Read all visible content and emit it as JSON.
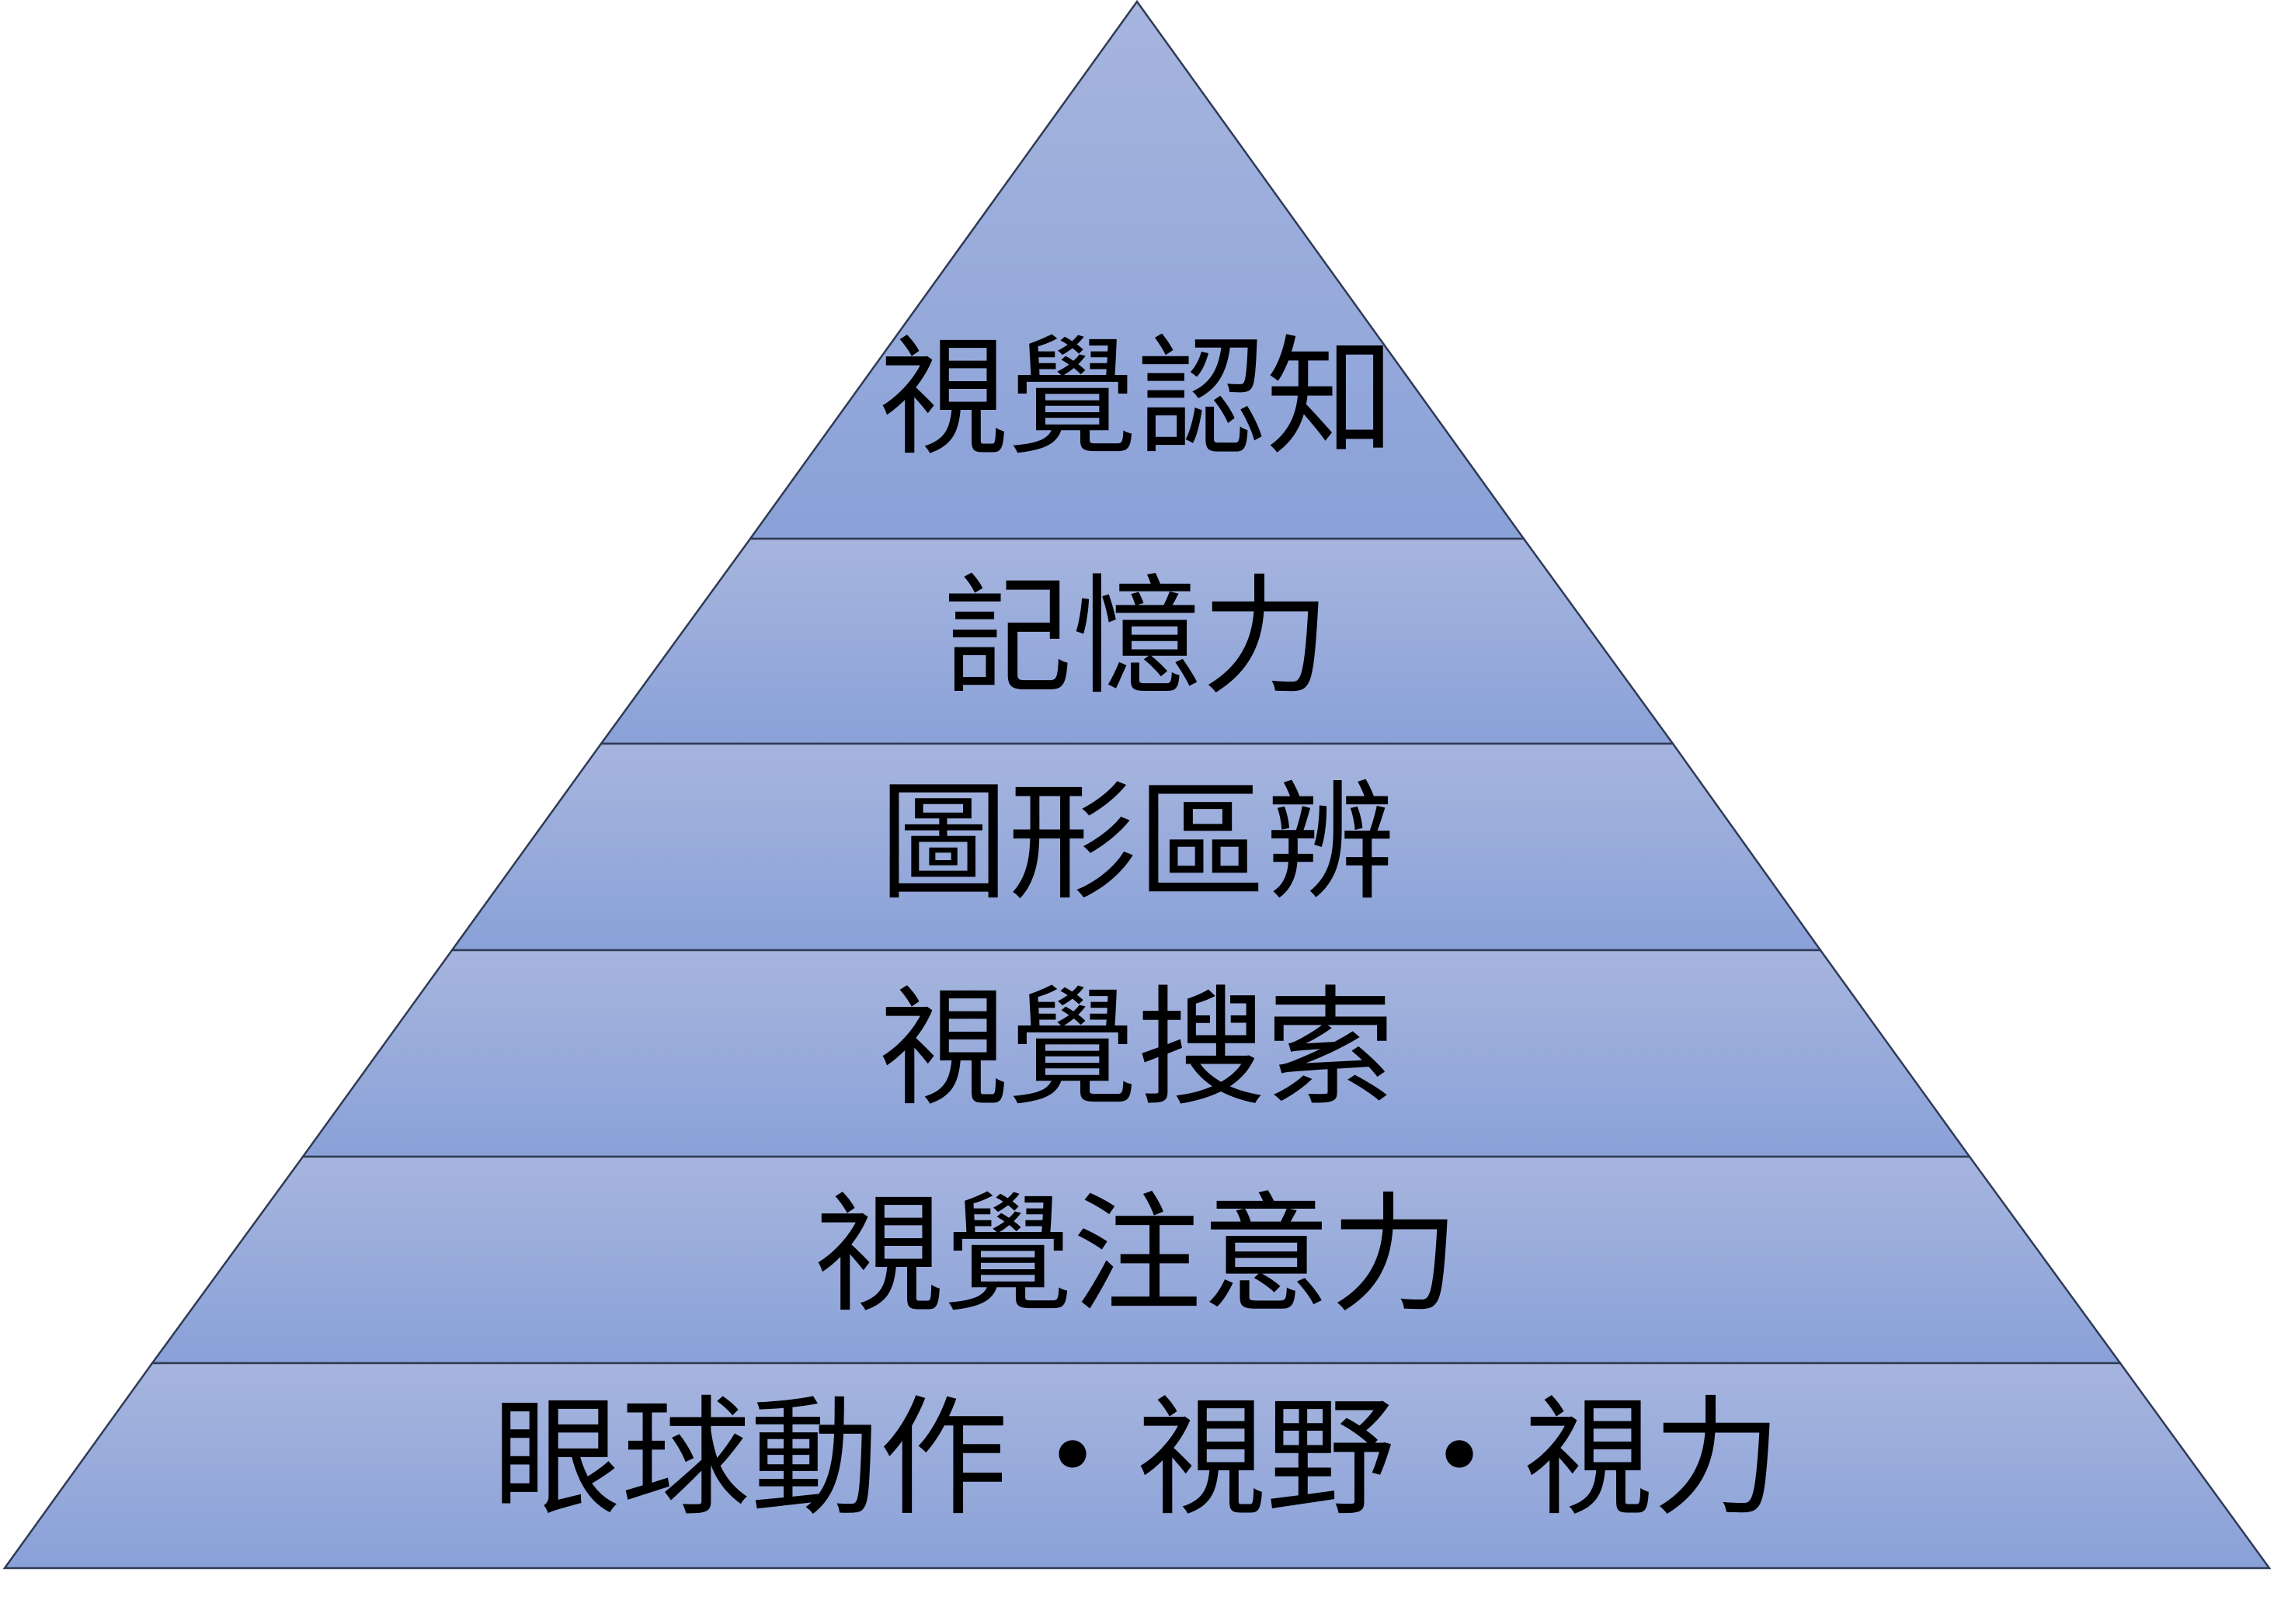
{
  "levels": [
    {
      "label": "視覺認知"
    },
    {
      "label": "記憶力"
    },
    {
      "label": "圖形區辨"
    },
    {
      "label": "視覺搜索"
    },
    {
      "label": "視覺注意力"
    },
    {
      "label": "眼球動作・視野・視力"
    }
  ],
  "colors": {
    "fill_top": "#a6b5de",
    "fill_bottom": "#8aa1d8",
    "outline": "#2f3a55",
    "text": "#000000"
  }
}
